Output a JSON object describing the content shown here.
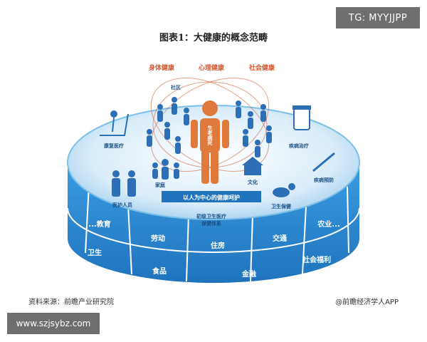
{
  "watermark_tag": "TG: MYYJJPP",
  "title": "图表1：大健康的概念范畴",
  "top_labels": [
    "身体健康",
    "心理健康",
    "社会健康"
  ],
  "center_figure_text": "生老病死",
  "inner_labels": {
    "community": "社区",
    "rehab": "康复医疗",
    "home": "家庭",
    "culture": "文化",
    "disease_treatment": "疾病治疗",
    "disease_prevention": "疾病预防",
    "medical_staff": "医护人员",
    "health_guard": "卫生保健",
    "center_banner": "以人为中心的健康呵护",
    "primary_system_line1": "初级卫生医疗",
    "primary_system_line2": "保健体系"
  },
  "outer_segments_top": [
    "...教育",
    "劳动",
    "住房",
    "交通",
    "农业..."
  ],
  "outer_segments_bottom": [
    "卫生",
    "食品",
    "金融",
    "社会福利"
  ],
  "source": "资料来源：前瞻产业研究院",
  "credit": "@前瞻经济学人APP",
  "url_tag": "www.szjsybz.com",
  "colors": {
    "disc_top": "#cfe6f7",
    "band": "#2b8fd6",
    "band_dark": "#1c6fb0",
    "figure": "#e07a3c",
    "label_red": "#d2572f",
    "people": "#2c6fb6"
  }
}
